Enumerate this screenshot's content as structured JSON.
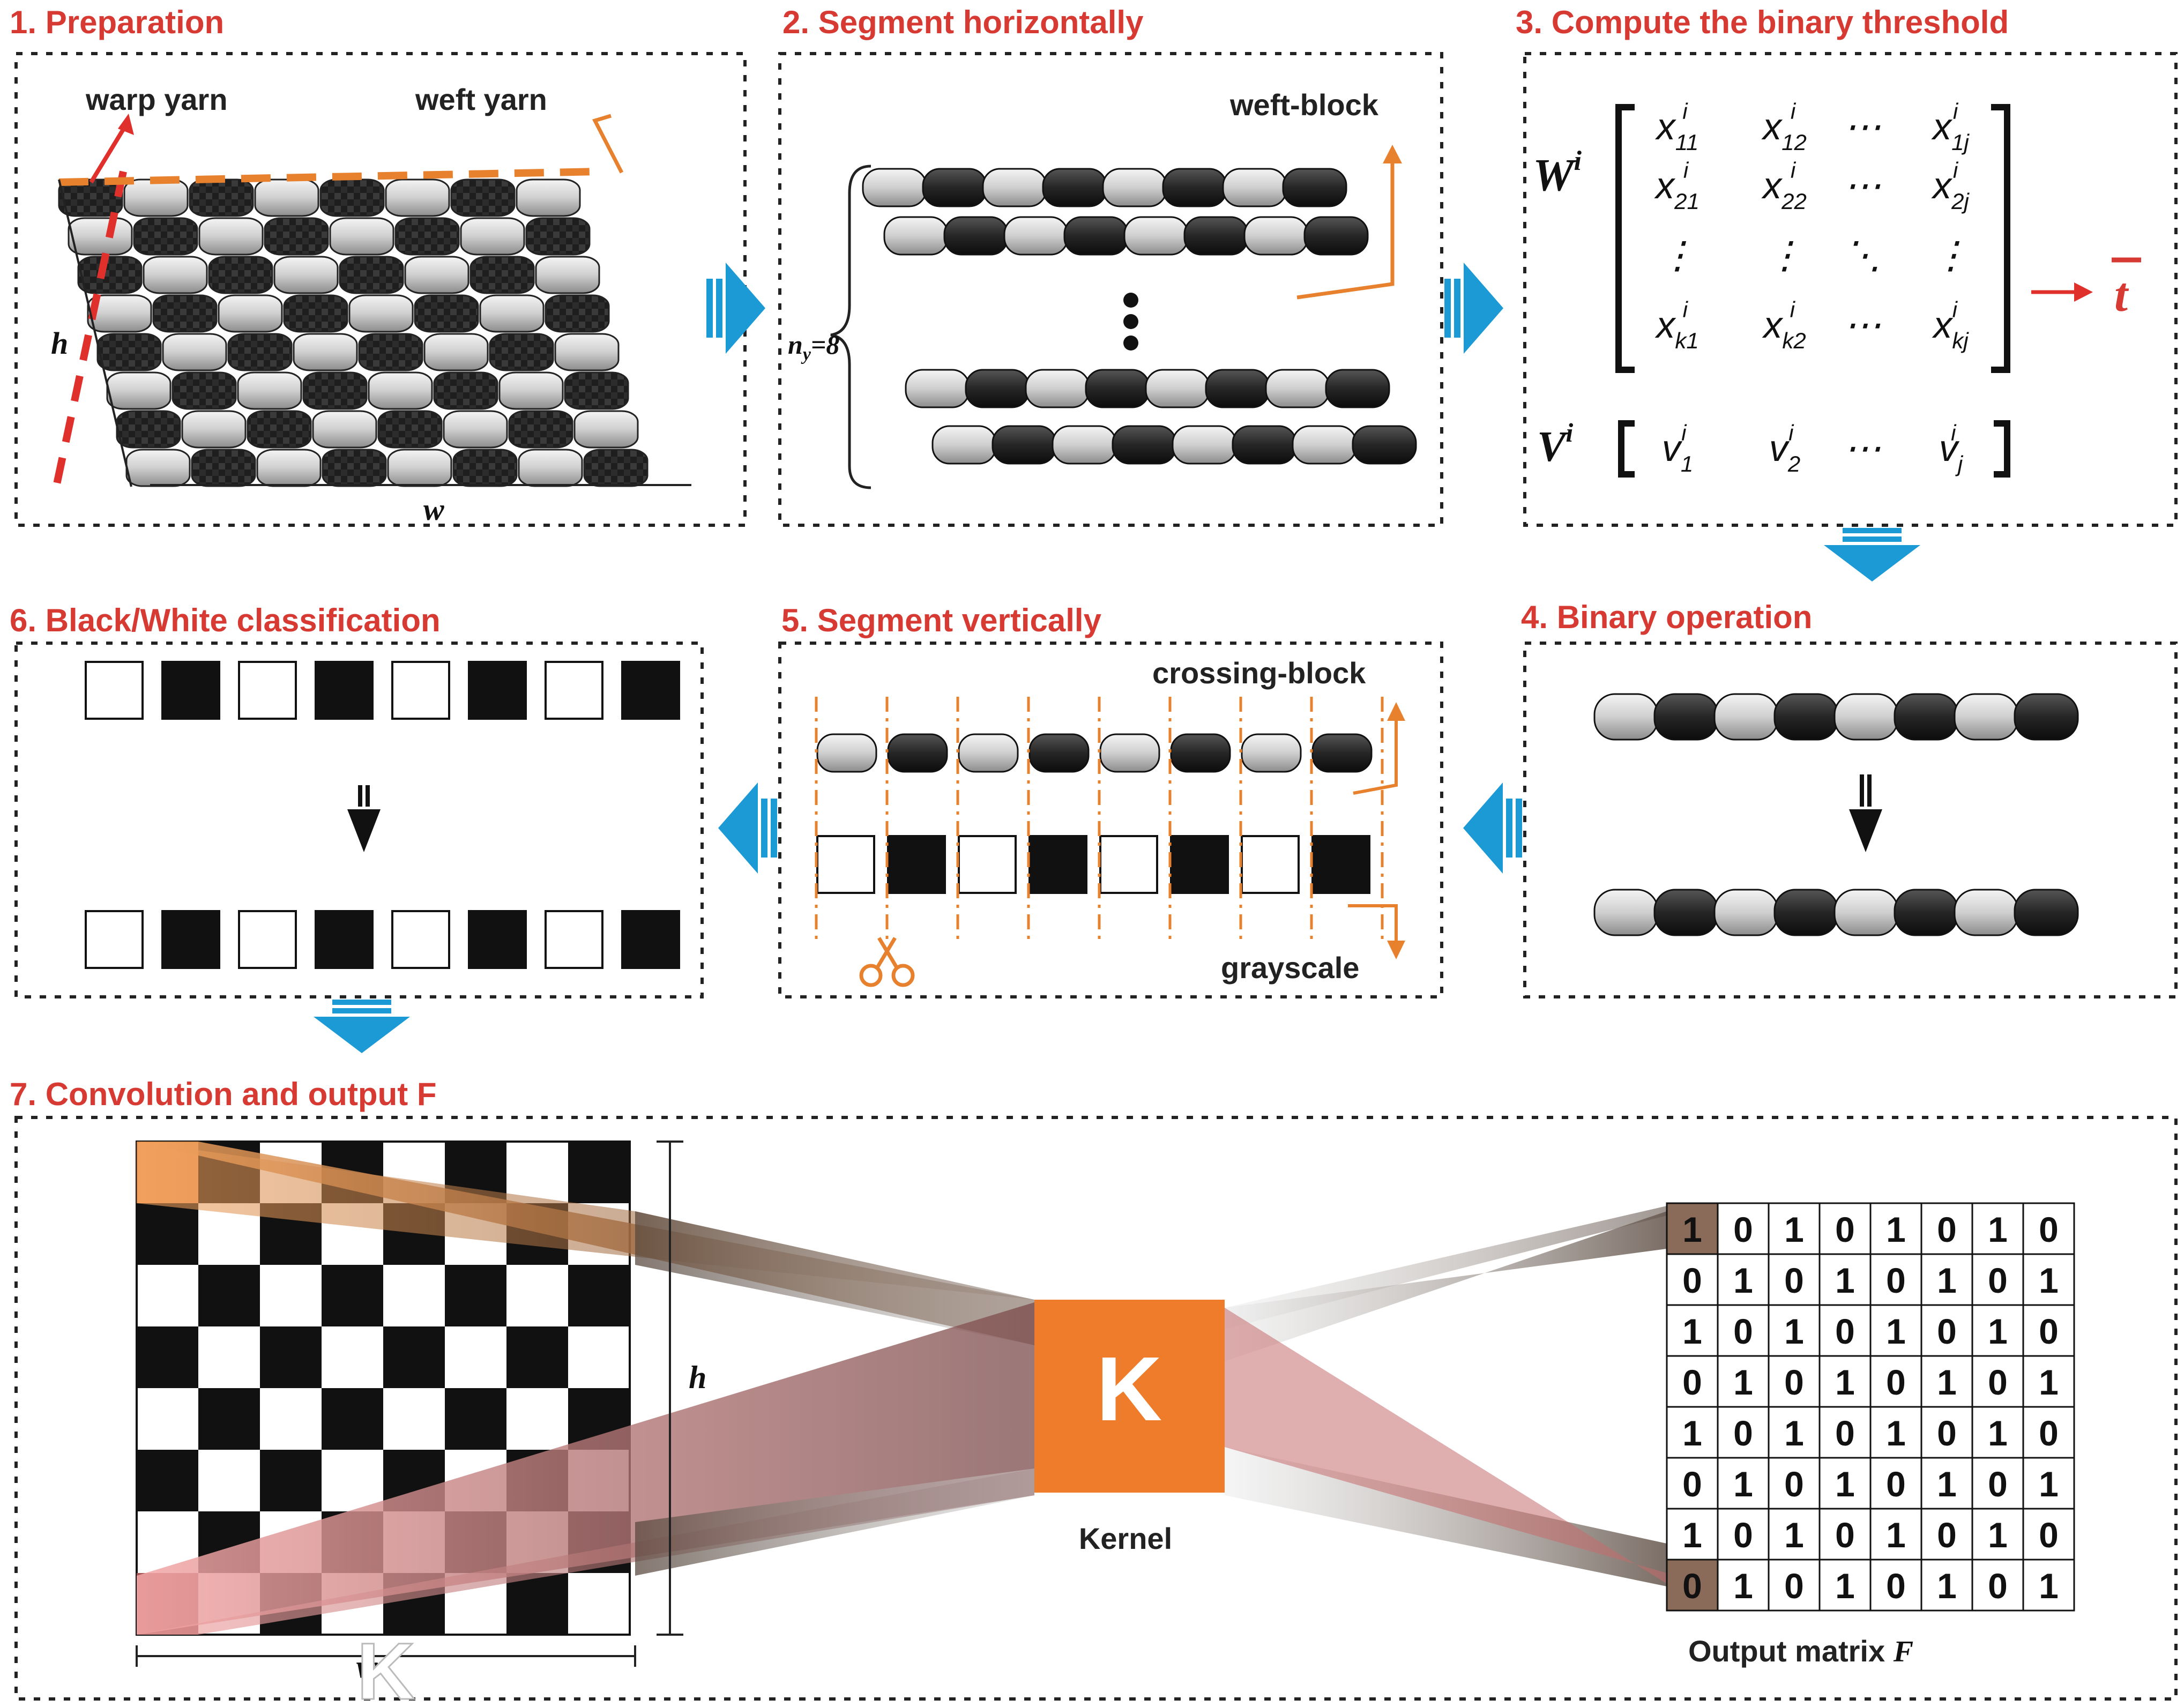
{
  "panels": {
    "p1": {
      "title": "1. Preparation",
      "warp_label": "warp yarn",
      "weft_label": "weft yarn",
      "h_label": "h",
      "w_label": "w"
    },
    "p2": {
      "title": "2. Segment horizontally",
      "weft_block_label": "weft-block",
      "ny_label": "n",
      "ny_sub": "y",
      "ny_value": "=8"
    },
    "p3": {
      "title": "3. Compute the binary threshold",
      "W_label": "W",
      "V_label": "V",
      "sup": "i",
      "W_rows": [
        [
          "x11",
          "x12",
          "⋯",
          "x1j"
        ],
        [
          "x21",
          "x22",
          "⋯",
          "x2j"
        ],
        [
          "⋮",
          "⋮",
          "⋱",
          "⋮"
        ],
        [
          "xk1",
          "xk2",
          "⋯",
          "xkj"
        ]
      ],
      "V_row": [
        "v1",
        "v2",
        "⋯",
        "vj"
      ],
      "threshold_label": "t"
    },
    "p4": {
      "title": "4. Binary operation"
    },
    "p5": {
      "title": "5. Segment vertically",
      "crossing_label": "crossing-block",
      "grayscale_label": "grayscale",
      "blocks": [
        "w",
        "b",
        "w",
        "b",
        "w",
        "b",
        "w",
        "b"
      ]
    },
    "p6": {
      "title": "6. Black/White classification",
      "before": [
        "w",
        "b",
        "w",
        "b",
        "w",
        "b",
        "w",
        "b"
      ],
      "after": [
        "w",
        "b",
        "w",
        "b",
        "w",
        "b",
        "w",
        "b"
      ]
    },
    "p7": {
      "title": "7. Convolution and output F",
      "kernel_letter": "K",
      "kernel_label": "Kernel",
      "h_label": "h",
      "w_label": "w",
      "output_label": "Output matrix ",
      "output_var": "F",
      "matrix": [
        [
          1,
          0,
          1,
          0,
          1,
          0,
          1,
          0
        ],
        [
          0,
          1,
          0,
          1,
          0,
          1,
          0,
          1
        ],
        [
          1,
          0,
          1,
          0,
          1,
          0,
          1,
          0
        ],
        [
          0,
          1,
          0,
          1,
          0,
          1,
          0,
          1
        ],
        [
          1,
          0,
          1,
          0,
          1,
          0,
          1,
          0
        ],
        [
          0,
          1,
          0,
          1,
          0,
          1,
          0,
          1
        ],
        [
          1,
          0,
          1,
          0,
          1,
          0,
          1,
          0
        ],
        [
          0,
          1,
          0,
          1,
          0,
          1,
          0,
          1
        ]
      ]
    }
  },
  "colors": {
    "title_red": "#d63a32",
    "orange": "#e8812e",
    "blue_arrow": "#1b9ad6",
    "kernel_orange": "#ef7c2a"
  }
}
